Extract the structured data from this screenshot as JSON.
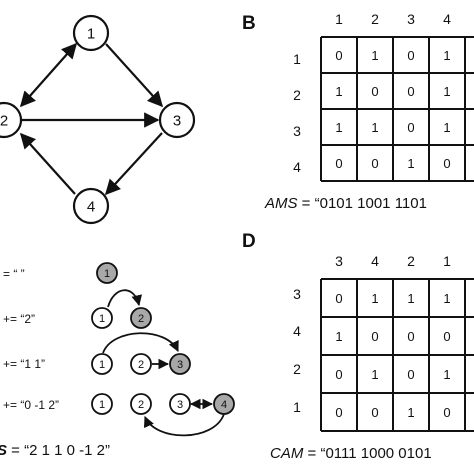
{
  "graph": {
    "nodes": [
      "1",
      "2",
      "3",
      "4"
    ]
  },
  "panel_b": {
    "letter": "B",
    "col_headers": [
      "1",
      "2",
      "3",
      "4"
    ],
    "row_headers": [
      "1",
      "2",
      "3",
      "4"
    ],
    "rows": [
      [
        "0",
        "1",
        "0",
        "1"
      ],
      [
        "1",
        "0",
        "0",
        "1"
      ],
      [
        "1",
        "1",
        "0",
        "1"
      ],
      [
        "0",
        "0",
        "1",
        "0"
      ]
    ],
    "formula_var": "AMS",
    "formula_eq": " = ",
    "formula_value": "“0101 1001 1101"
  },
  "panel_d": {
    "letter": "D",
    "col_headers": [
      "3",
      "4",
      "2",
      "1"
    ],
    "row_headers": [
      "3",
      "4",
      "2",
      "1"
    ],
    "rows": [
      [
        "0",
        "1",
        "1",
        "1"
      ],
      [
        "1",
        "0",
        "0",
        "0"
      ],
      [
        "0",
        "1",
        "0",
        "1"
      ],
      [
        "0",
        "0",
        "1",
        "0"
      ]
    ],
    "formula_var": "CAM",
    "formula_eq": " = ",
    "formula_value": "“0111 1000 0101"
  },
  "panel_c": {
    "steps": [
      {
        "prefix": "= “ ”",
        "nodes": [
          "1"
        ]
      },
      {
        "prefix": "+= “2”",
        "nodes": [
          "1",
          "2"
        ]
      },
      {
        "prefix": "+= “1 1”",
        "nodes": [
          "1",
          "2",
          "3"
        ]
      },
      {
        "prefix": "+= “0 -1 2”",
        "nodes": [
          "1",
          "2",
          "3",
          "4"
        ]
      }
    ],
    "final_var": "S",
    "final_eq": " = ",
    "final_value": "“2 1 1 0 -1 2”"
  },
  "colors": {
    "stroke": "#111111",
    "highlight_fill": "#a8a8a8",
    "node_fill": "#ffffff"
  }
}
